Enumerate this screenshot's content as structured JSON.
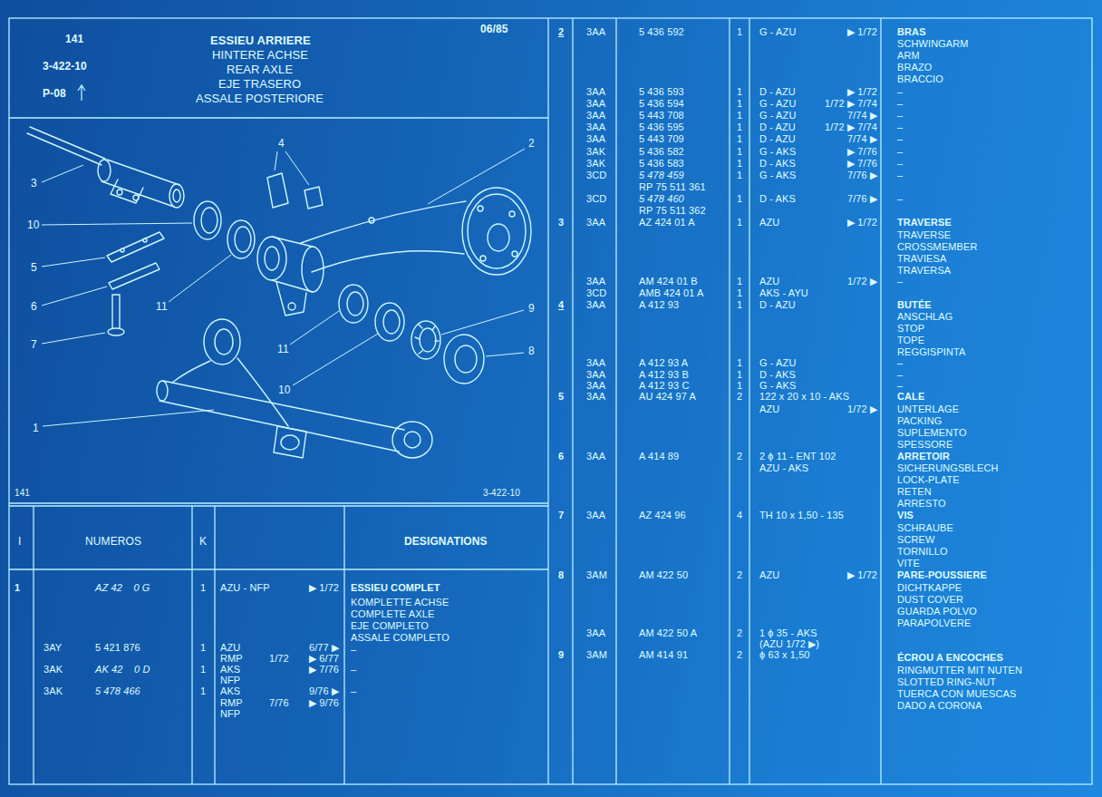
{
  "diagram": {
    "title": "ESSIEU ARRIERE",
    "labels": [
      "141",
      "3-422-10",
      "P-08",
      "HINTERE ACHSE",
      "REAR AXLE",
      "EJE TRASERO",
      "ASSALE POSTERIORE",
      "06/85",
      "3",
      "4",
      "2",
      "10",
      "5",
      "6",
      "7",
      "11",
      "11",
      "9",
      "8",
      "10",
      "1",
      "141",
      "3-422-10",
      "I",
      "NUMEROS",
      "K",
      "DESIGNATIONS",
      "1",
      "AZ 42    0 G",
      "1",
      "AZU - NFP",
      "▶ 1/72",
      "ESSIEU COMPLET",
      "KOMPLETTE ACHSE",
      "COMPLETE AXLE",
      "EJE COMPLETO",
      "ASSALE COMPLETO",
      "3AY",
      "5 421 876",
      "1",
      "AZU",
      "6/77 ▶",
      "–",
      "RMP",
      "1/72",
      "▶ 6/77",
      "3AK",
      "AK 42    0 D",
      "1",
      "AKS",
      "▶ 7/76",
      "–",
      "NFP",
      "3AK",
      "5 478 466",
      "1",
      "AKS",
      "9/76 ▶",
      "–",
      "RMP",
      "7/76",
      "▶ 9/76",
      "NFP",
      "2",
      "3AA",
      "5 436 592",
      "1",
      "G - AZU",
      "▶ 1/72",
      "BRAS",
      "SCHWINGARM",
      "ARM",
      "BRAZO",
      "BRACCIO",
      "3AA",
      "5 436 593",
      "1",
      "D - AZU",
      "▶ 1/72",
      "–",
      "3AA",
      "5 436 594",
      "1",
      "G - AZU",
      "1/72 ▶ 7/74",
      "–",
      "3AA",
      "5 443 708",
      "1",
      "G - AZU",
      "7/74 ▶",
      "–",
      "3AA",
      "5 436 595",
      "1",
      "D - AZU",
      "1/72 ▶ 7/74",
      "–",
      "3AA",
      "5 443 709",
      "1",
      "D - AZU",
      "7/74 ▶",
      "–",
      "3AK",
      "5 436 582",
      "1",
      "G - AKS",
      "▶ 7/76",
      "–",
      "3AK",
      "5 436 583",
      "1",
      "D - AKS",
      "▶ 7/76",
      "–",
      "3CD",
      "5 478 459",
      "1",
      "G - AKS",
      "7/76 ▶",
      "–",
      "RP 75 511 361",
      "3CD",
      "5 478 460",
      "1",
      "D - AKS",
      "7/76 ▶",
      "–",
      "RP 75 511 362",
      "3",
      "3AA",
      "AZ 424 01 A",
      "1",
      "AZU",
      "▶ 1/72",
      "TRAVERSE",
      "TRAVERSE",
      "CROSSMEMBER",
      "TRAVIESA",
      "TRAVERSA",
      "3AA",
      "AM 424 01 B",
      "1",
      "AZU",
      "1/72 ▶",
      "–",
      "3CD",
      "AMB 424 01 A",
      "1",
      "AKS - AYU",
      "4",
      "3AA",
      "A 412 93",
      "1",
      "D - AZU",
      "BUTÉE",
      "ANSCHLAG",
      "STOP",
      "TOPE",
      "REGGISPINTA",
      "3AA",
      "A 412 93 A",
      "1",
      "G - AZU",
      "–",
      "3AA",
      "A 412 93 B",
      "1",
      "D - AKS",
      "–",
      "3AA",
      "A 412 93 C",
      "1",
      "G - AKS",
      "–",
      "5",
      "3AA",
      "AU 424 97 A",
      "2",
      "122 x 20 x 10 - AKS",
      "CALE",
      "AZU",
      "1/72 ▶",
      "UNTERLAGE",
      "PACKING",
      "SUPLEMENTO",
      "SPESSORE",
      "6",
      "3AA",
      "A 414 89",
      "2",
      "2 ϕ 11 - ENT 102",
      "ARRETOIR",
      "AZU - AKS",
      "SICHERUNGSBLECH",
      "LOCK-PLATE",
      "RETEN",
      "ARRESTO",
      "7",
      "3AA",
      "AZ 424 96",
      "4",
      "TH 10 x 1,50 - 135",
      "VIS",
      "SCHRAUBE",
      "SCREW",
      "TORNILLO",
      "VITE",
      "8",
      "3AM",
      "AM 422 50",
      "2",
      "AZU",
      "▶ 1/72",
      "PARE-POUSSIERE",
      "DICHTKAPPE",
      "DUST COVER",
      "GUARDA POLVO",
      "PARAPOLVERE",
      "3AA",
      "AM 422 50 A",
      "2",
      "1 ϕ 35 - AKS",
      "(AZU 1/72 ▶)",
      "9",
      "3AM",
      "AM 414 91",
      "2",
      "ϕ 63 x 1,50",
      "ÉCROU A ENCOCHES",
      "RINGMUTTER MIT NUTEN",
      "SLOTTED RING-NUT",
      "TUERCA CON MUESCAS",
      "DADO A CORONA"
    ]
  }
}
